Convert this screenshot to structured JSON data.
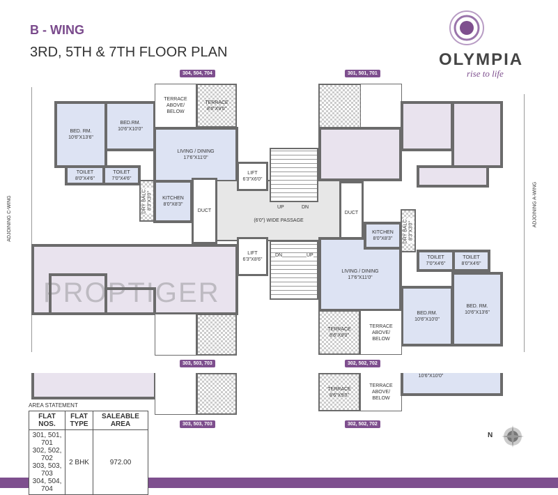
{
  "header": {
    "wing": "B - WING",
    "floor_plan": "3RD, 5TH & 7TH FLOOR PLAN"
  },
  "logo": {
    "name": "OLYMPIA",
    "tagline": "rise to life",
    "color": "#7e4f8e"
  },
  "watermark": "PROPTIGER",
  "flat_tags": {
    "top_left": "304, 504, 704",
    "top_right": "301, 501, 701",
    "bottom_left": "303, 503, 703",
    "bottom_right": "302, 502, 702"
  },
  "adjoining": {
    "left": "ADJOINING C-WING",
    "right": "ADJOINING A-WING"
  },
  "rooms": {
    "bed_master": {
      "name": "BED. RM.",
      "size": "10'6\"X13'6\""
    },
    "bed": {
      "name": "BED.RM.",
      "size": "10'6\"X10'0\""
    },
    "living": {
      "name": "LIVING / DINING",
      "size": "17'6\"X11'0\""
    },
    "toilet_a": {
      "name": "TOILET",
      "size": "8'0\"X4'6\""
    },
    "toilet_b": {
      "name": "TOILET",
      "size": "7'0\"X4'6\""
    },
    "kitchen": {
      "name": "KITCHEN",
      "size": "8'0\"X8'3\""
    },
    "dry_balc": {
      "name": "DRY BALC.",
      "size": "8'3\"X3'0\""
    },
    "terrace": {
      "name": "TERRACE",
      "size": "8'6\"X9'0\""
    },
    "terrace_above": {
      "name": "TERRACE ABOVE/ BELOW"
    },
    "lift_a": {
      "name": "LIFT",
      "size": "6'3\"X6'0\""
    },
    "lift_b": {
      "name": "LIFT",
      "size": "6'3\"X8'6\""
    },
    "duct": "DUCT",
    "passage": "(6'0\") WIDE PASSAGE",
    "up": "UP",
    "dn": "DN",
    "partial_size": "10'6\"X10'0\""
  },
  "area_statement": {
    "title": "AREA STATEMENT",
    "headers": [
      "FLAT NOS.",
      "FLAT TYPE",
      "SALEABLE AREA"
    ],
    "flat_nos": [
      "301, 501, 701",
      "302, 502, 702",
      "303, 503, 703",
      "304, 504, 704"
    ],
    "flat_type": "2 BHK",
    "saleable_area": "972.00"
  },
  "compass": {
    "label": "N"
  }
}
